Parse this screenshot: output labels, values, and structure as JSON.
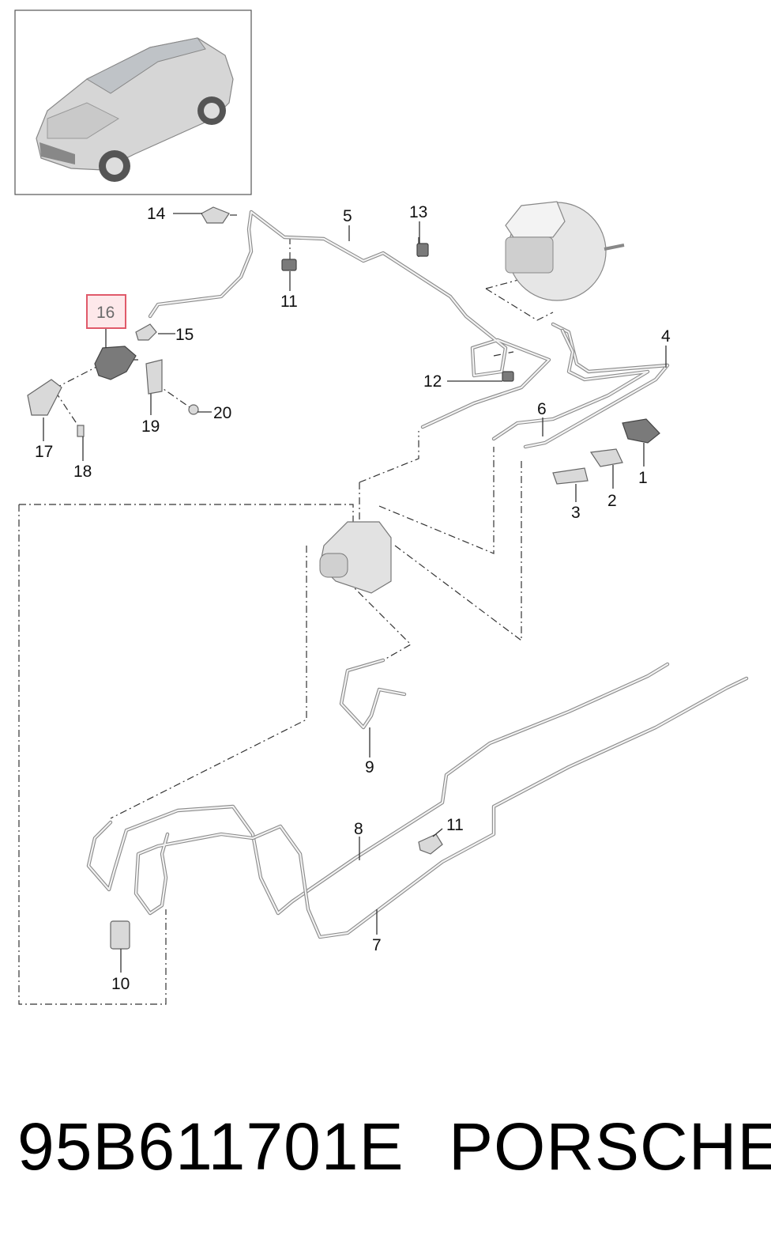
{
  "callouts": {
    "c1": "1",
    "c2": "2",
    "c3": "3",
    "c4": "4",
    "c5": "5",
    "c6": "6",
    "c7": "7",
    "c8": "8",
    "c9": "9",
    "c10": "10",
    "c11a": "11",
    "c11b": "11",
    "c12": "12",
    "c13": "13",
    "c14": "14",
    "c15": "15",
    "c16": "16",
    "c17": "17",
    "c18": "18",
    "c19": "19",
    "c20": "20"
  },
  "highlighted_callout": "16",
  "colors": {
    "highlight_border": "#e05a6a",
    "highlight_fill": "#fde8ea",
    "pipe": "#8a8a8a",
    "part": "#d9d9d9"
  },
  "footer": {
    "part_number": "95B611701E",
    "brand": "PORSCHE"
  }
}
